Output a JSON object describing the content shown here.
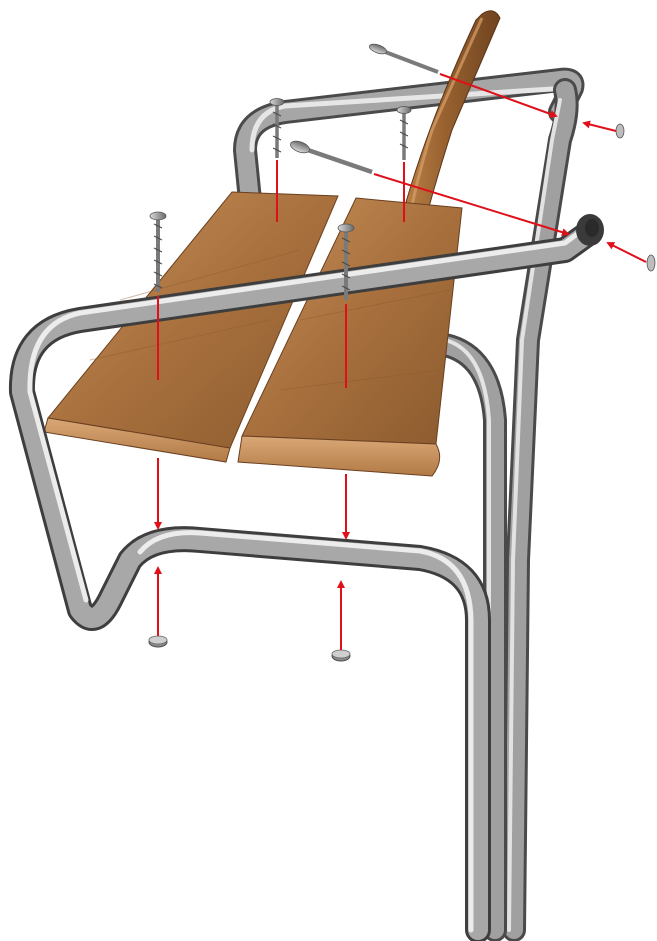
{
  "colors": {
    "background": "#ffffff",
    "tube_light": "#e4e4e4",
    "tube_mid": "#9a9a9a",
    "tube_dark": "#4a4a4a",
    "wood_light": "#c8915a",
    "wood_mid": "#a8703d",
    "wood_dark": "#7a4c24",
    "arrow": "#e0101a",
    "screw": "#9a9a9a"
  },
  "parts": {
    "tubes": "tubular-steel-frame",
    "boards": [
      "wood-seat-board-left",
      "wood-seat-board-right"
    ],
    "handle": "wood-handle",
    "fasteners": [
      "carriage-bolt",
      "carriage-bolt",
      "carriage-bolt",
      "carriage-bolt",
      "long-screw",
      "long-screw"
    ],
    "nuts": [
      "nut",
      "nut",
      "nut",
      "nut"
    ]
  }
}
